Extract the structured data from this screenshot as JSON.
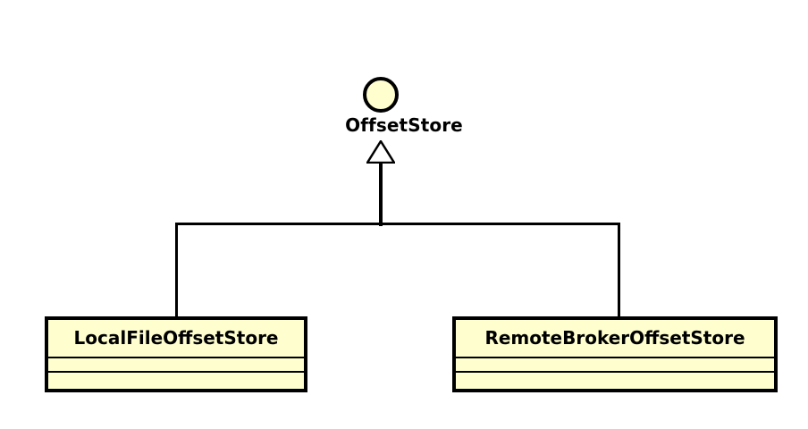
{
  "diagram": {
    "type": "uml-class-diagram",
    "background_color": "#FFFFFF",
    "node_fill_color": "#FEFECE",
    "stroke_color": "#000000",
    "interface": {
      "name": "OffsetStore",
      "stereotype_icon": "interface-circle-icon"
    },
    "relationship": {
      "kind": "generalization",
      "arrow_icon": "hollow-triangle-arrow-icon"
    },
    "classes": [
      {
        "name": "LocalFileOffsetStore",
        "attributes": [],
        "operations": []
      },
      {
        "name": "RemoteBrokerOffsetStore",
        "attributes": [],
        "operations": []
      }
    ]
  }
}
